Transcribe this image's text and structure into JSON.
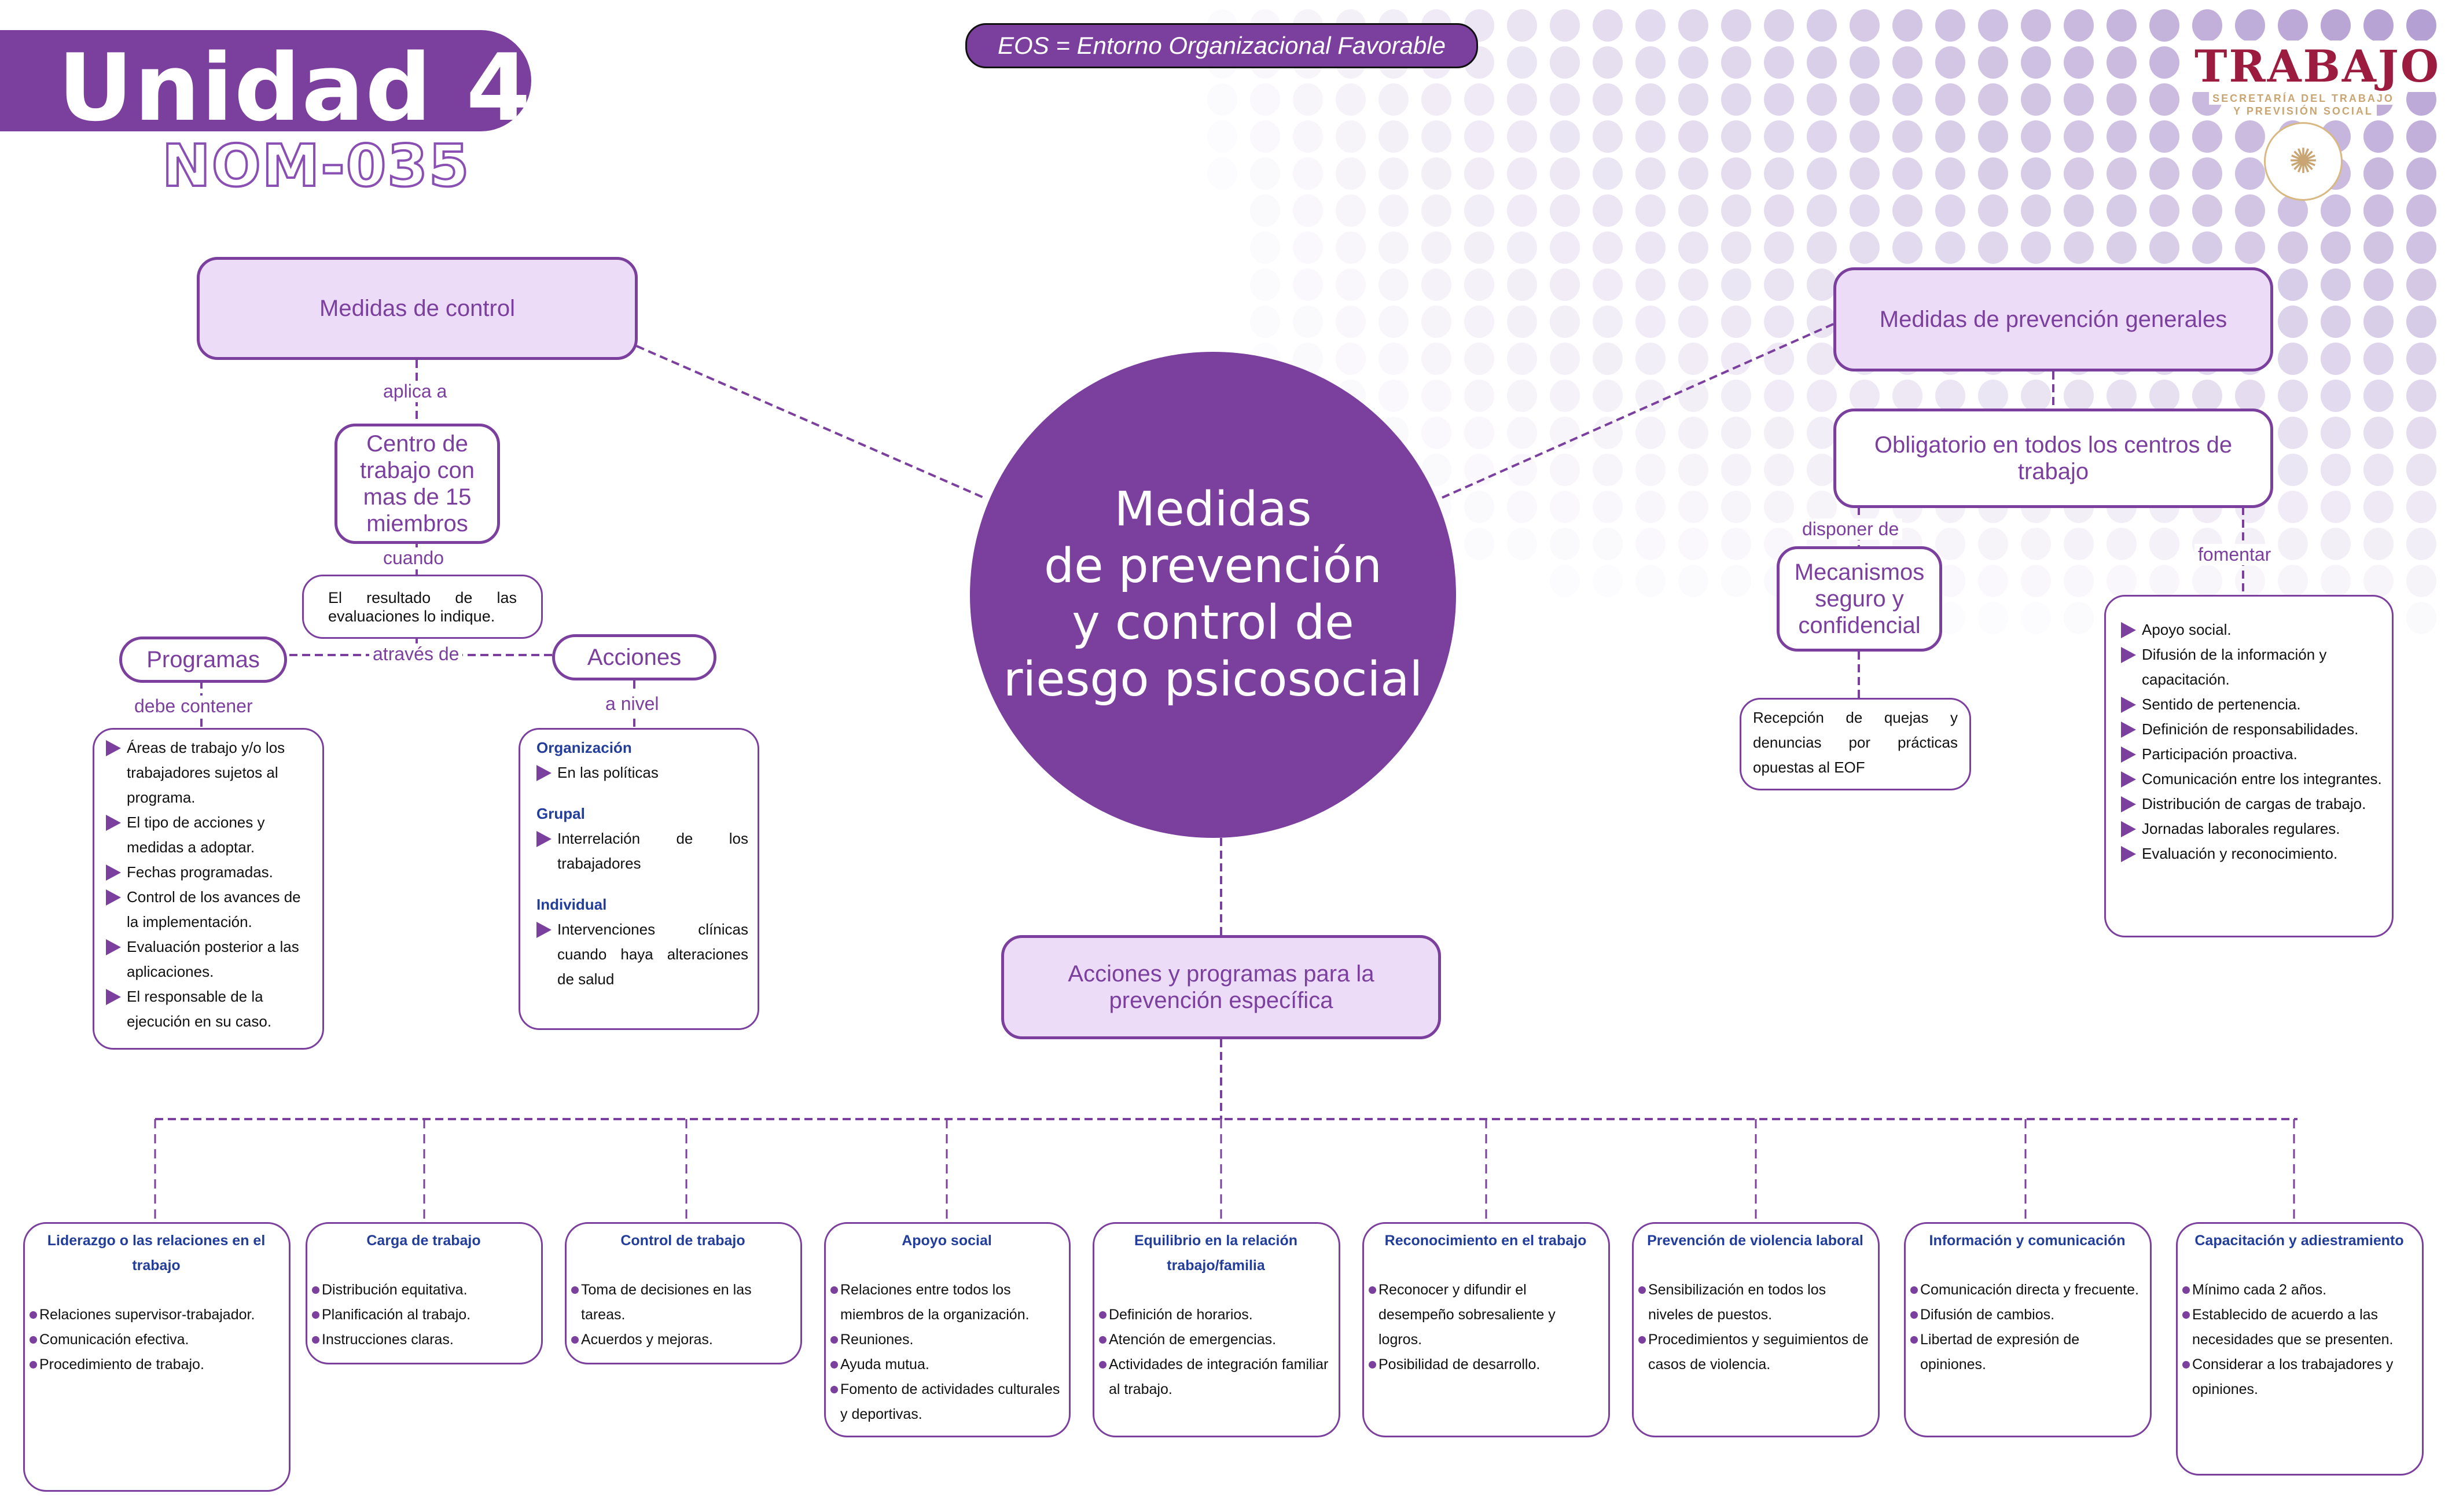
{
  "header": {
    "unit_title": "Unidad 4",
    "subtitle": "NOM-035",
    "eos_note": "EOS = Entorno Organizacional Favorable",
    "logo": {
      "title": "TRABAJO",
      "sub_line1": "SECRETARÍA DEL TRABAJO",
      "sub_line2": "Y PREVISIÓN SOCIAL",
      "seal_icon": "coat-of-arms-icon"
    }
  },
  "colors": {
    "primary_purple": "#7b3f9e",
    "light_purple_fill": "#ecdcf7",
    "heading_blue": "#233d9b",
    "logo_red": "#9b1c3f",
    "logo_gold": "#c9a574"
  },
  "center": {
    "title_lines": [
      "Medidas",
      "de prevención",
      "y control de",
      "riesgo psicosocial"
    ]
  },
  "control": {
    "title": "Medidas de control",
    "link_applies": "aplica a",
    "centro": "Centro de trabajo con mas de 15 miembros",
    "link_when": "cuando",
    "condition": "El resultado de las evaluaciones lo indique.",
    "link_through": "através de",
    "programas": {
      "title": "Programas",
      "link": "debe contener",
      "items": [
        "Áreas de trabajo y/o los trabajadores sujetos al programa.",
        "El tipo de acciones y medidas a adoptar.",
        "Fechas programadas.",
        "Control de los avances de la implementación.",
        "Evaluación posterior a las aplicaciones.",
        "El responsable de la ejecución en su caso."
      ]
    },
    "acciones": {
      "title": "Acciones",
      "link": "a nivel",
      "levels": [
        {
          "name": "Organización",
          "items": [
            "En las políticas"
          ]
        },
        {
          "name": "Grupal",
          "items": [
            "Interrelación de los trabajadores"
          ]
        },
        {
          "name": "Individual",
          "items": [
            "Intervenciones clínicas cuando haya alteraciones de salud"
          ]
        }
      ]
    }
  },
  "prevention": {
    "title": "Medidas de prevención generales",
    "mandatory": "Obligatorio en todos los centros de trabajo",
    "link_dispose": "disponer de",
    "mechanism": "Mecanismos seguro y confidencial",
    "mechanism_detail": "Recepción de quejas y denuncias por prácticas opuestas al EOF",
    "link_promote": "fomentar",
    "promote_items": [
      "Apoyo social.",
      "Difusión de la información y capacitación.",
      "Sentido de pertenencia.",
      "Definición de responsabilidades.",
      "Participación proactiva.",
      "Comunicación entre los integrantes.",
      "Distribución de cargas de trabajo.",
      "Jornadas laborales regulares.",
      "Evaluación y reconocimiento."
    ]
  },
  "specific": {
    "title": "Acciones y programas para la prevención específica",
    "categories": [
      {
        "title": "Liderazgo o las relaciones en el trabajo",
        "items": [
          "Relaciones supervisor-trabajador.",
          "Comunicación efectiva.",
          "Procedimiento de trabajo."
        ]
      },
      {
        "title": "Carga de trabajo",
        "items": [
          "Distribución equitativa.",
          "Planificación al trabajo.",
          "Instrucciones claras."
        ]
      },
      {
        "title": "Control de trabajo",
        "items": [
          "Toma de decisiones en las tareas.",
          "Acuerdos y mejoras."
        ]
      },
      {
        "title": "Apoyo social",
        "items": [
          "Relaciones entre todos los miembros de la organización.",
          "Reuniones.",
          "Ayuda mutua.",
          "Fomento de actividades culturales y deportivas."
        ]
      },
      {
        "title": "Equilibrio en la relación trabajo/familia",
        "items": [
          "Definición de horarios.",
          "Atención de emergencias.",
          "Actividades de integración familiar al trabajo."
        ]
      },
      {
        "title": "Reconocimiento en el trabajo",
        "items": [
          "Reconocer y difundir el desempeño sobresaliente y logros.",
          "Posibilidad de desarrollo."
        ]
      },
      {
        "title": "Prevención de violencia laboral",
        "items": [
          "Sensibilización en todos los niveles de puestos.",
          "Procedimientos y seguimientos de casos de violencia."
        ]
      },
      {
        "title": "Información y comunicación",
        "items": [
          "Comunicación directa y frecuente.",
          "Difusión de cambios.",
          "Libertad de expresión de opiniones."
        ]
      },
      {
        "title": "Capacitación y adiestramiento",
        "items": [
          "Mínimo cada 2 años.",
          "Establecido de acuerdo a las necesidades que se presenten.",
          "Considerar a los trabajadores y opiniones."
        ]
      }
    ]
  }
}
